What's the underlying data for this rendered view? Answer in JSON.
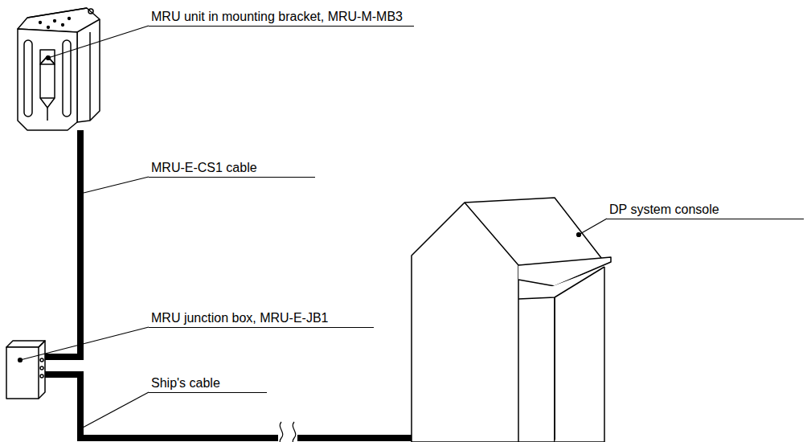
{
  "diagram": {
    "labels": [
      "MRU unit in mounting bracket, MRU-M-MB3",
      "MRU-E-CS1 cable",
      "MRU junction box, MRU-E-JB1",
      "Ship's cable",
      "DP system console"
    ]
  }
}
